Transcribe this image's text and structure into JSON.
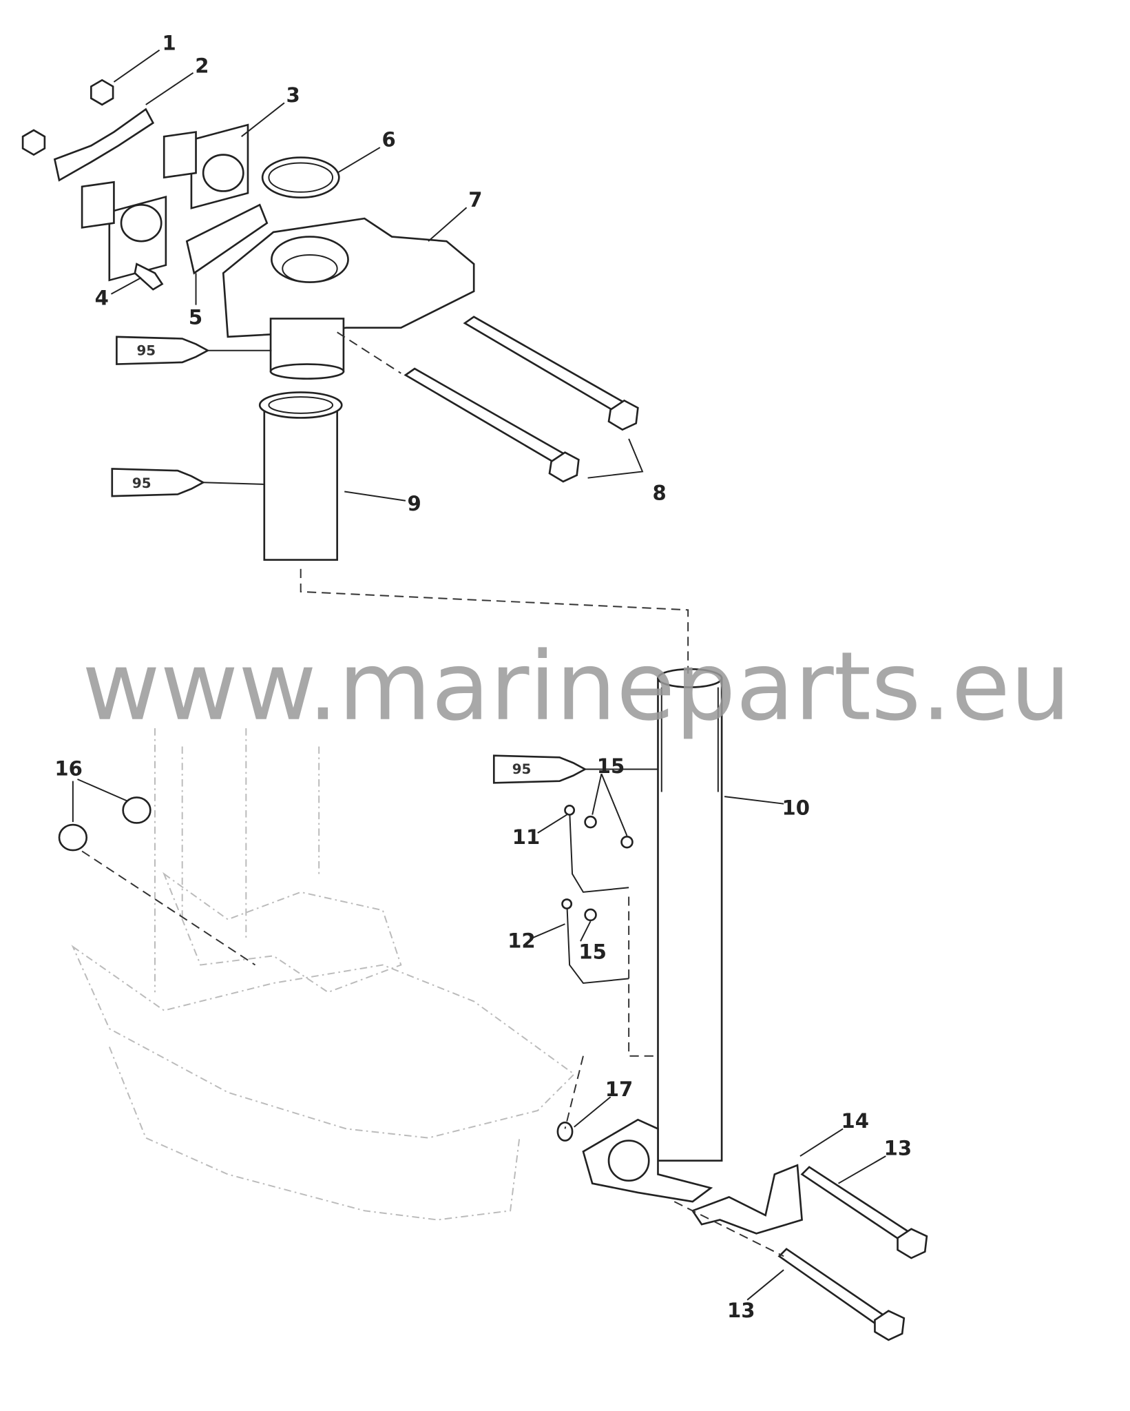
{
  "watermark": "www.marineparts.eu",
  "sealant_tube_label": "95",
  "callouts": [
    "1",
    "2",
    "3",
    "4",
    "5",
    "6",
    "7",
    "8",
    "9",
    "10",
    "11",
    "12",
    "13",
    "13",
    "14",
    "15",
    "15",
    "16",
    "17"
  ]
}
